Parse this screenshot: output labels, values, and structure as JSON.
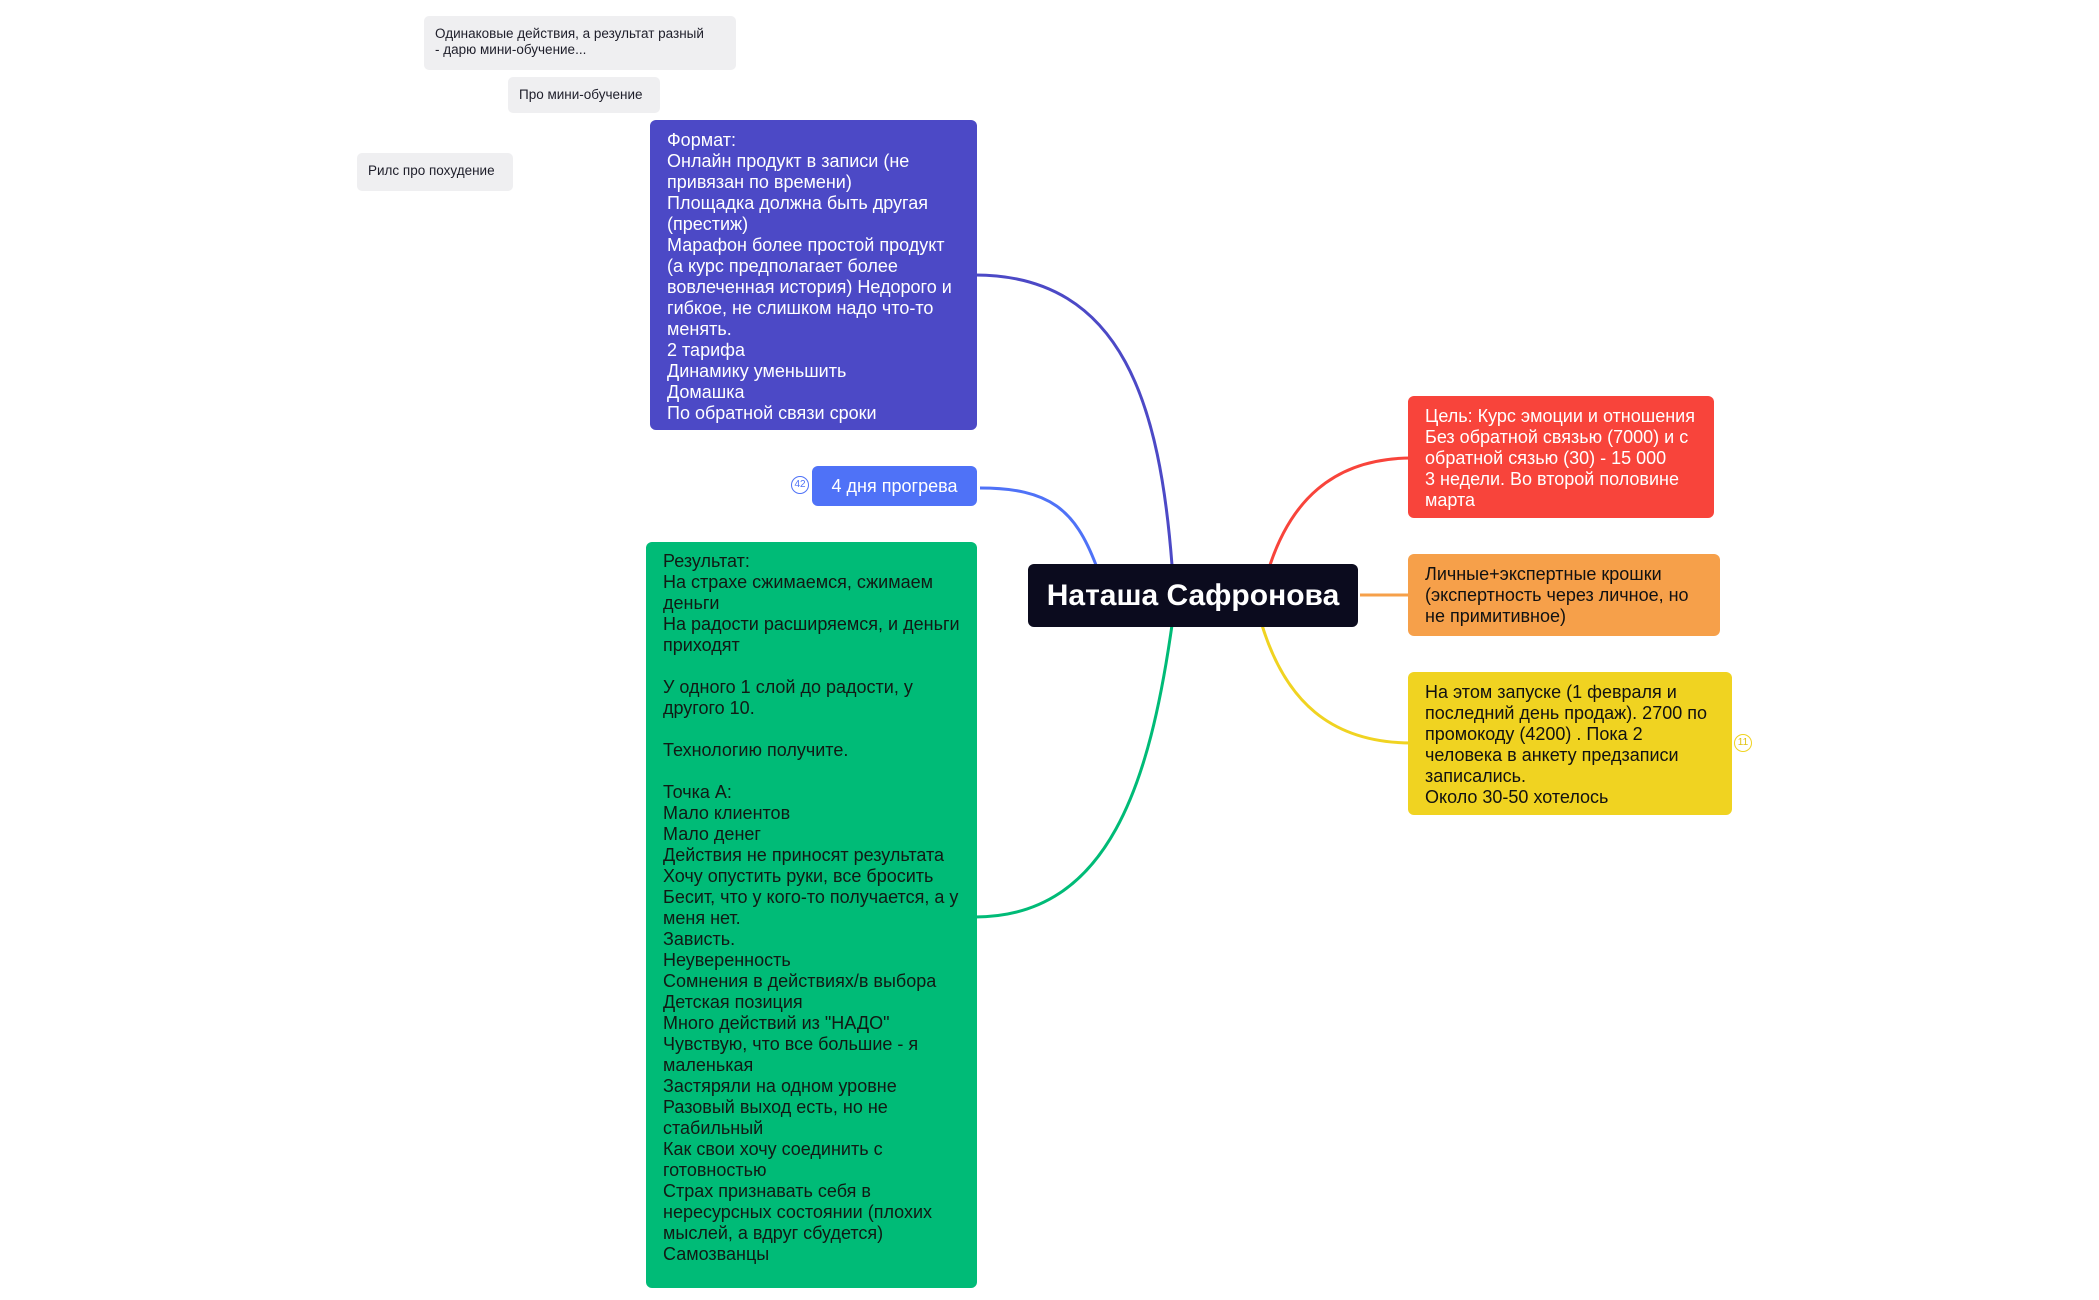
{
  "mindmap": {
    "central": {
      "text": "Наташа Сафронова"
    },
    "notes": [
      {
        "text": "Одинаковые действия, а результат разный\n- дарю мини-обучение..."
      },
      {
        "text": "Про мини-обучение"
      },
      {
        "text": "Рилс про похудение"
      }
    ],
    "left_topics": [
      {
        "text": "Формат:\nОнлайн продукт в записи (не привязан по времени)\nПлощадка должна быть другая (престиж)\nМарафон более простой продукт (а курс предполагает более вовлеченная история) Недорого и гибкое, не слишком надо что-то менять.\n2 тарифа\nДинамику уменьшить\nДомашка\nПо обратной связи сроки",
        "color": "#4c49c6"
      },
      {
        "text": "4 дня прогрева",
        "color": "#4f72f7",
        "badge": "42"
      },
      {
        "text": "Результат:\nНа страхе сжимаемся, сжимаем деньги\nНа радости расширяемся, и деньги приходят\n\nУ одного 1 слой до радости, у другого 10.\n\nТехнологию получите.\n\nТочка А:\nМало клиентов\nМало денег\nДействия не приносят результата\nХочу опустить руки, все бросить\nБесит, что у кого-то получается, а у меня нет.\nЗависть.\nНеуверенность\nСомнения в действиях/в выбора\nДетская позиция\nМного действий из \"НАДО\"\nЧувствую, что все большие - я маленькая\nЗастяряли на одном уровне\nРазовый выход есть, но не стабильный\nКак свои хочу соединить с готовностью\nСтрах признавать себя в нересурсных состоянии (плохих мыслей, а вдруг сбудется)\nСамозванцы",
        "color": "#00bb77"
      }
    ],
    "right_topics": [
      {
        "text": "Цель: Курс эмоции и отношения\nБез обратной связью (7000) и с обратной сязью (30) - 15 000\n3 недели. Во второй половине марта",
        "color": "#f8443b"
      },
      {
        "text": "Личные+экспертные крошки (экспертность через личное, но не примитивное)",
        "color": "#f6a04a"
      },
      {
        "text": "На этом запуске (1 февраля и последний день продаж). 2700 по промокоду (4200) . Пока 2 человека в анкету предзаписи записались.\nОколо 30-50 хотелось",
        "color": "#f0d321",
        "badge": "11"
      }
    ]
  }
}
